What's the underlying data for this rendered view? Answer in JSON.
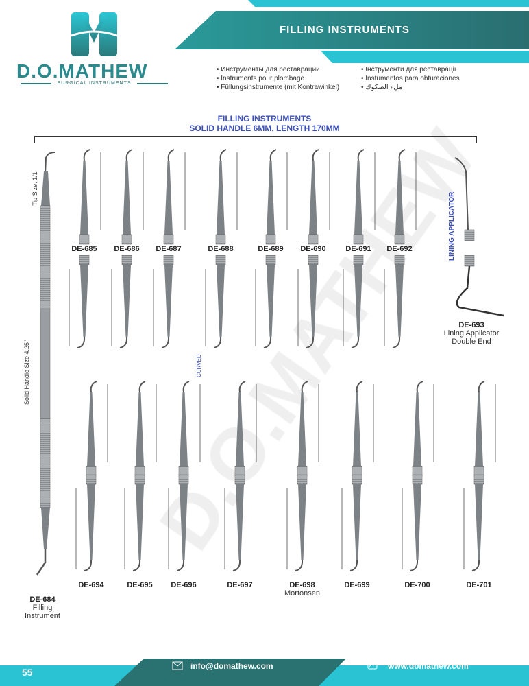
{
  "brand": {
    "name": "D.O.MATHEW",
    "tagline": "SURGICAL INSTRUMENTS",
    "logo_letter": "M"
  },
  "header": {
    "title": "FILLING INSTRUMENTS"
  },
  "translations_left": [
    "Инструменты для реставрации",
    "Instruments pour plombage",
    "Füllungsinstrumente (mit Kontrawinkel)"
  ],
  "translations_right": [
    "Інструменти для реставрації",
    "Instumentos para obturaciones",
    "ملء الصكوك"
  ],
  "section": {
    "title": "FILLING INSTRUMENTS",
    "subtitle": "SOLID HANDLE 6MM, LENGTH 170MM"
  },
  "side_labels": {
    "tip_size": "Tip Size: 1/1",
    "handle_size": "Solid Handle Size 4.25\"",
    "lining": "LINING APPLICATOR",
    "curved": "CURVED"
  },
  "row1": [
    "DE-685",
    "DE-686",
    "DE-687",
    "DE-688",
    "DE-689",
    "DE-690",
    "DE-691",
    "DE-692"
  ],
  "row2": [
    "DE-694",
    "DE-695",
    "DE-696",
    "DE-697",
    "DE-698",
    "DE-699",
    "DE-700",
    "DE-701"
  ],
  "de698_sub": "Mortonsen",
  "de684": {
    "code": "DE-684",
    "desc1": "Filling",
    "desc2": "Instrument"
  },
  "de693": {
    "code": "DE-693",
    "desc1": "Lining Applicator",
    "desc2": "Double End"
  },
  "footer": {
    "page": "55",
    "email": "info@domathew.com",
    "web": "www.domathew.com"
  },
  "watermark": "D.O.MATHEW",
  "colors": {
    "teal": "#2a7272",
    "cyan": "#29c3d3",
    "blue": "#3b4fb5"
  }
}
